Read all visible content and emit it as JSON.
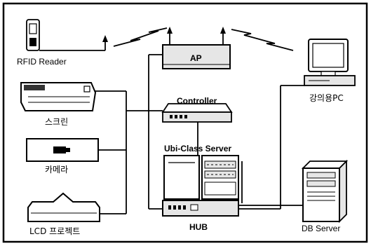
{
  "labels": {
    "rfid_reader": "RFID Reader",
    "ap": "AP",
    "lecture_pc": "강의용PC",
    "screen": "스크린",
    "controller": "Controller",
    "ubi_class_server": "Ubi-Class Server",
    "camera": "카메라",
    "lcd_projector": "LCD 프로젝트",
    "hub": "HUB",
    "db_server": "DB Server"
  },
  "icons": {
    "rfid_reader": "pda-icon",
    "ap": "access-point-icon",
    "lecture_pc": "desktop-pc-icon",
    "screen": "projection-screen-icon",
    "controller": "controller-box-icon",
    "ubi_class_server": "server-rack-icon",
    "camera": "camera-icon",
    "lcd_projector": "projector-icon",
    "hub": "network-hub-icon",
    "db_server": "tower-server-icon"
  },
  "colors": {
    "line": "#000000",
    "device_fill": "#e6e6e6",
    "device_dark": "#333333"
  }
}
